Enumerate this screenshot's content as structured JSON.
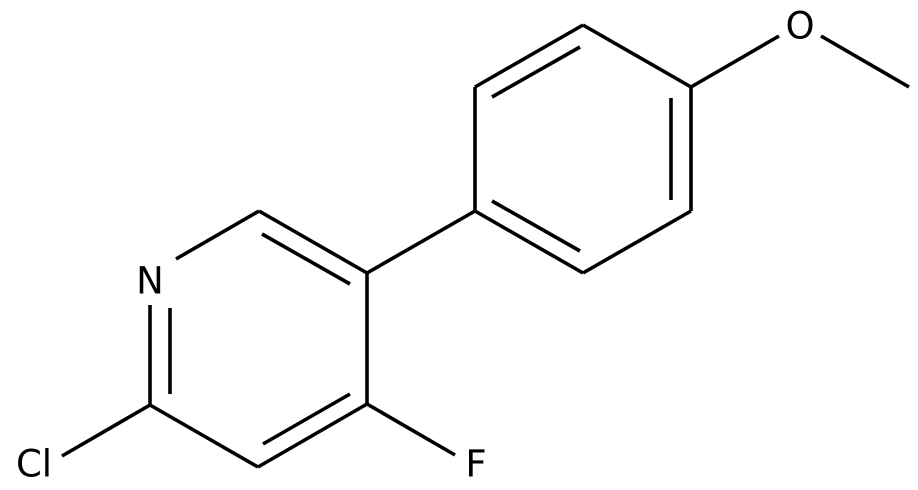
{
  "atoms": {
    "nitrogen": "N",
    "chlorine": "Cl",
    "fluorine": "F",
    "oxygen": "O"
  },
  "colors": {
    "bond": "#000000",
    "label": "#000000",
    "background": "#ffffff"
  }
}
